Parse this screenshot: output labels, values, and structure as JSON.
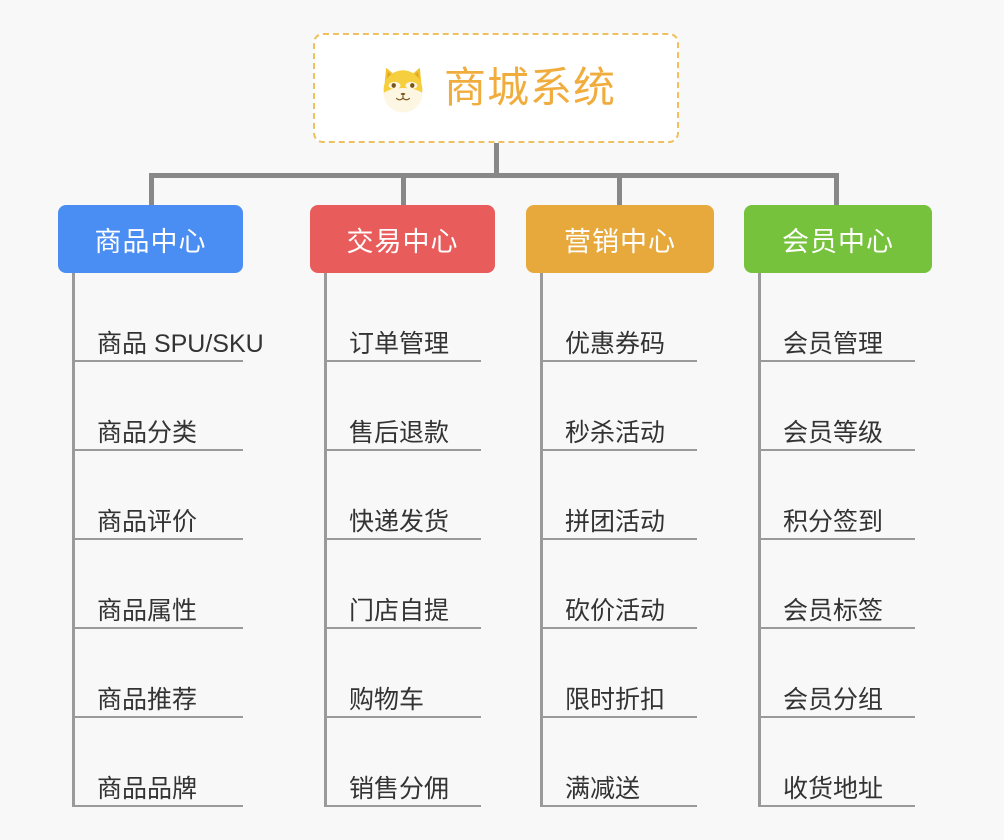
{
  "page": {
    "background_color": "#f8f8f8",
    "type": "mindmap"
  },
  "root": {
    "title": "商城系统",
    "icon": "shiba-dog-face-icon",
    "text_color": "#f0ad3e",
    "border_color": "#f0c060",
    "background_color": "#ffffff"
  },
  "connector": {
    "color": "#888888"
  },
  "columns": [
    {
      "title": "商品中心",
      "color": "#4a8ef3",
      "text_color": "#ffffff",
      "items": [
        {
          "label": "商品 SPU/SKU"
        },
        {
          "label": "商品分类"
        },
        {
          "label": "商品评价"
        },
        {
          "label": "商品属性"
        },
        {
          "label": "商品推荐"
        },
        {
          "label": "商品品牌"
        }
      ]
    },
    {
      "title": "交易中心",
      "color": "#e85c5c",
      "text_color": "#ffffff",
      "items": [
        {
          "label": "订单管理"
        },
        {
          "label": "售后退款"
        },
        {
          "label": "快递发货"
        },
        {
          "label": "门店自提"
        },
        {
          "label": "购物车"
        },
        {
          "label": "销售分佣"
        }
      ]
    },
    {
      "title": "营销中心",
      "color": "#e8a93c",
      "text_color": "#ffffff",
      "items": [
        {
          "label": "优惠券码"
        },
        {
          "label": "秒杀活动"
        },
        {
          "label": "拼团活动"
        },
        {
          "label": "砍价活动"
        },
        {
          "label": "限时折扣"
        },
        {
          "label": "满减送"
        }
      ]
    },
    {
      "title": "会员中心",
      "color": "#76c23c",
      "text_color": "#ffffff",
      "items": [
        {
          "label": "会员管理"
        },
        {
          "label": "会员等级"
        },
        {
          "label": "积分签到"
        },
        {
          "label": "会员标签"
        },
        {
          "label": "会员分组"
        },
        {
          "label": "收货地址"
        }
      ]
    }
  ]
}
